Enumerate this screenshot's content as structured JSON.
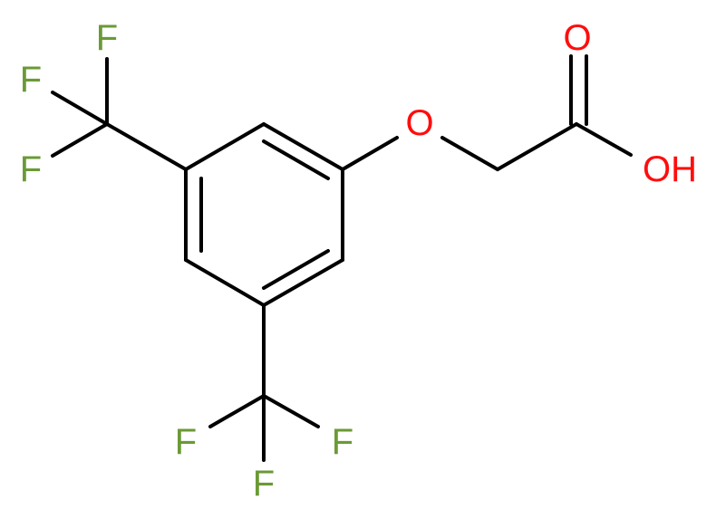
{
  "molecule": {
    "atoms": {
      "f1": "F",
      "f2": "F",
      "f3": "F",
      "f4": "F",
      "f5": "F",
      "f6": "F",
      "o_ether": "O",
      "o_carbonyl": "O",
      "o_hydroxyl": "OH"
    },
    "colors": {
      "bond": "#000000",
      "fluorine": "#6a9a35",
      "oxygen": "#ff0d0d"
    }
  }
}
